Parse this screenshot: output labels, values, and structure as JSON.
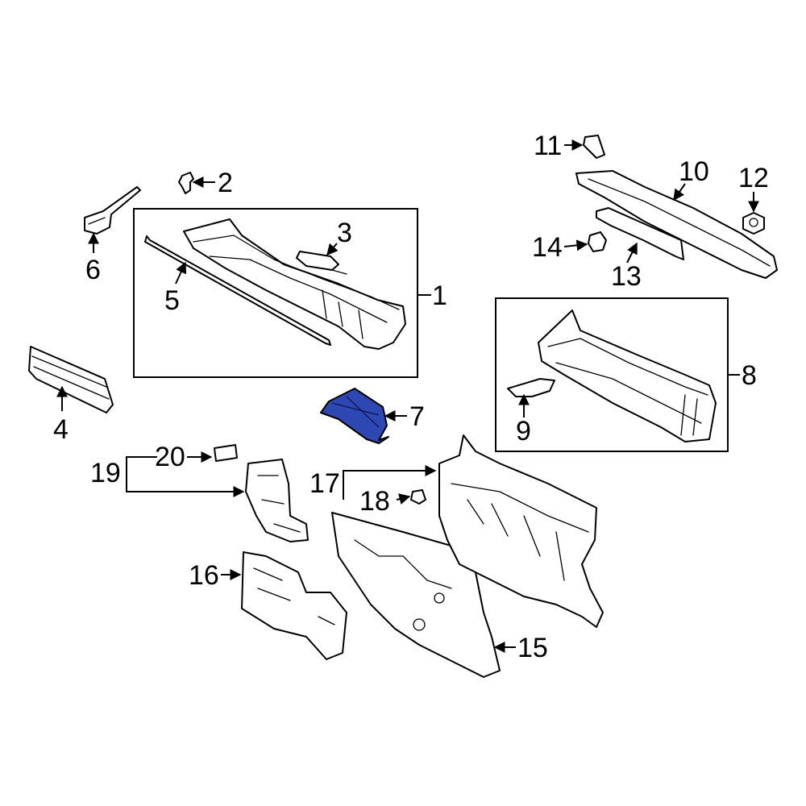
{
  "diagram": {
    "highlighted_part": "7",
    "highlight_color": "#2e48b3",
    "callouts": [
      {
        "id": "c1",
        "label": "1"
      },
      {
        "id": "c2",
        "label": "2"
      },
      {
        "id": "c3",
        "label": "3"
      },
      {
        "id": "c4",
        "label": "4"
      },
      {
        "id": "c5",
        "label": "5"
      },
      {
        "id": "c6",
        "label": "6"
      },
      {
        "id": "c7",
        "label": "7"
      },
      {
        "id": "c8",
        "label": "8"
      },
      {
        "id": "c9",
        "label": "9"
      },
      {
        "id": "c10",
        "label": "10"
      },
      {
        "id": "c11",
        "label": "11"
      },
      {
        "id": "c12",
        "label": "12"
      },
      {
        "id": "c13",
        "label": "13"
      },
      {
        "id": "c14",
        "label": "14"
      },
      {
        "id": "c15",
        "label": "15"
      },
      {
        "id": "c16",
        "label": "16"
      },
      {
        "id": "c17",
        "label": "17"
      },
      {
        "id": "c18",
        "label": "18"
      },
      {
        "id": "c19",
        "label": "19"
      },
      {
        "id": "c20",
        "label": "20"
      }
    ]
  }
}
